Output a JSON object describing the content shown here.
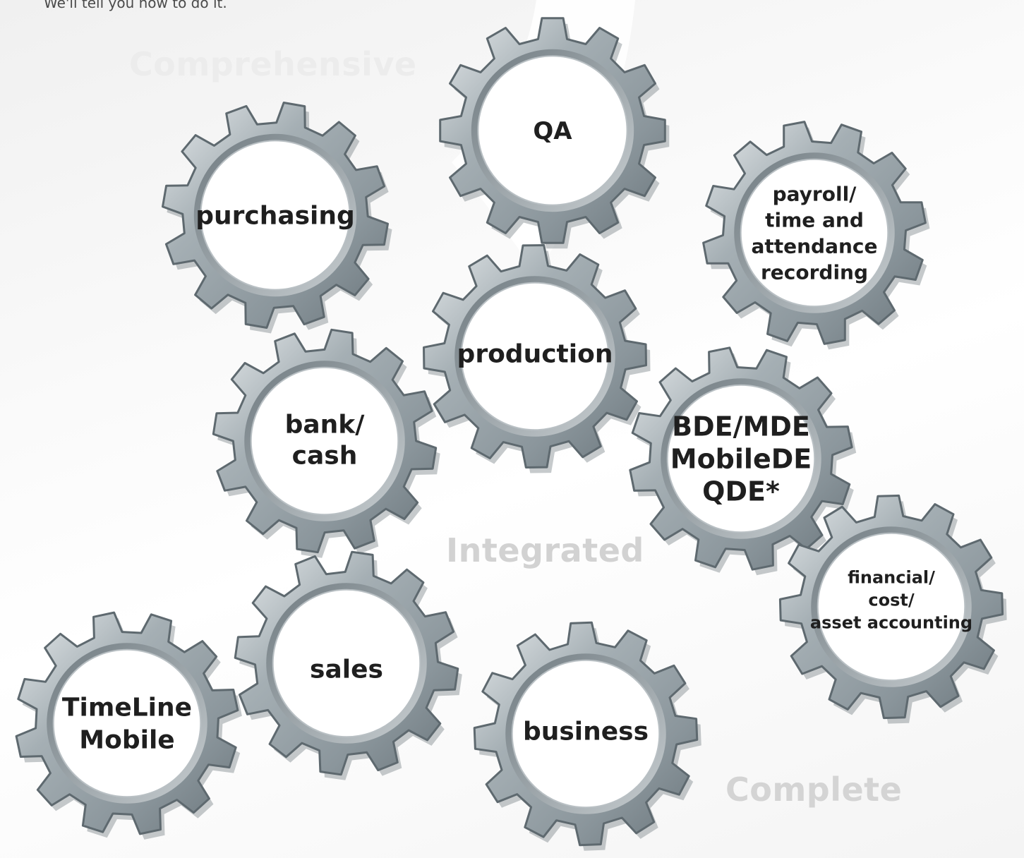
{
  "intro_text": "We'll tell you how to do it.",
  "keywords": {
    "comprehensive": "Comprehensive",
    "integrated": "Integrated",
    "complete": "Complete"
  },
  "colors": {
    "gear_body": "#8f9aa0",
    "gear_highlight": "#e9ecee",
    "gear_shadow": "#5c676d",
    "gear_face": "#ffffff",
    "label_text": "#1f1f1f",
    "keyword_text": "#d6d6d6"
  },
  "gears": [
    {
      "id": "qa",
      "lines": [
        "QA"
      ]
    },
    {
      "id": "purchasing",
      "lines": [
        "purchasing"
      ]
    },
    {
      "id": "payroll",
      "lines": [
        "payroll/",
        "time and",
        "attendance",
        "recording"
      ]
    },
    {
      "id": "production",
      "lines": [
        "production"
      ]
    },
    {
      "id": "bank-cash",
      "lines": [
        "bank/",
        "cash"
      ]
    },
    {
      "id": "bde-mde",
      "lines": [
        "BDE/MDE",
        "MobileDE",
        "QDE*"
      ]
    },
    {
      "id": "financial",
      "lines": [
        "financial/",
        "cost/",
        "asset accounting"
      ]
    },
    {
      "id": "sales",
      "lines": [
        "sales"
      ]
    },
    {
      "id": "timeline-mobile",
      "lines": [
        "TimeLine",
        "Mobile"
      ]
    },
    {
      "id": "business",
      "lines": [
        "business"
      ]
    }
  ]
}
